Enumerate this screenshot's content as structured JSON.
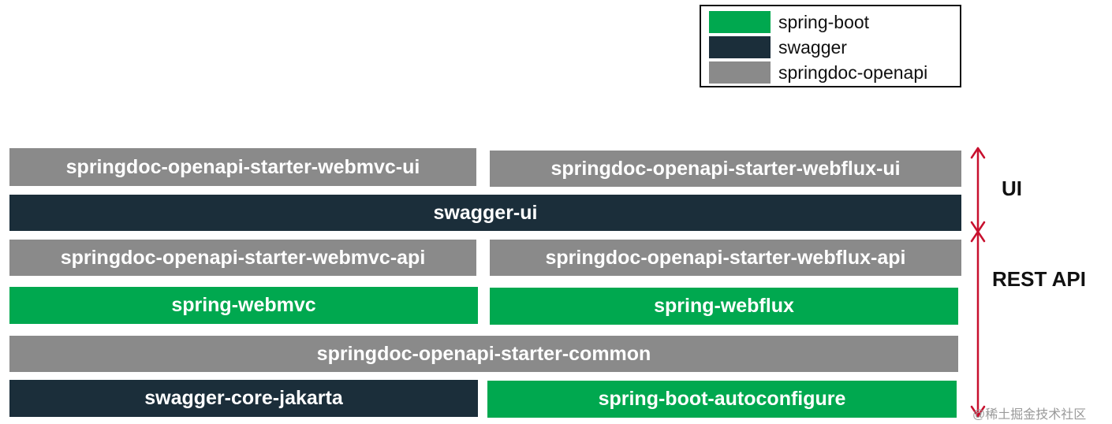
{
  "legend": [
    {
      "label": "spring-boot",
      "color": "#00a84f"
    },
    {
      "label": "swagger",
      "color": "#1b2e3a"
    },
    {
      "label": "springdoc-openapi",
      "color": "#8a8a8a"
    }
  ],
  "blocks": {
    "webmvc_ui": "springdoc-openapi-starter-webmvc-ui",
    "webflux_ui": "springdoc-openapi-starter-webflux-ui",
    "swagger_ui": "swagger-ui",
    "webmvc_api": "springdoc-openapi-starter-webmvc-api",
    "webflux_api": "springdoc-openapi-starter-webflux-api",
    "spring_webmvc": "spring-webmvc",
    "spring_webflux": "spring-webflux",
    "common": "springdoc-openapi-starter-common",
    "swagger_core": "swagger-core-jakarta",
    "autoconfigure": "spring-boot-autoconfigure"
  },
  "layers": {
    "ui": "UI",
    "rest_api": "REST API"
  },
  "colors": {
    "arrow": "#c8102e"
  },
  "watermark": "@稀土掘金技术社区"
}
